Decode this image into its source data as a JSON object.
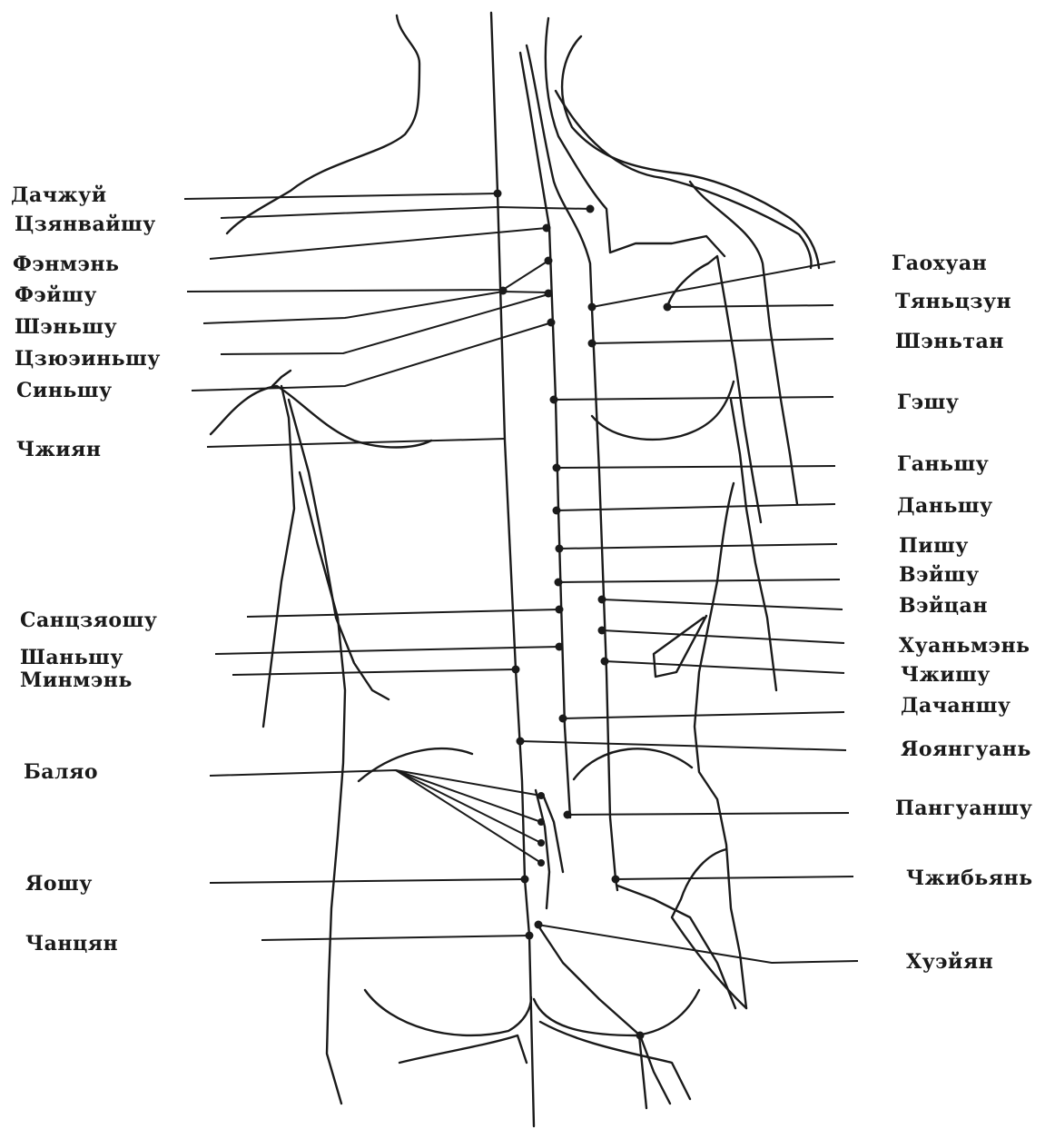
{
  "labels_left": [
    "Дачжуй",
    "Цзянвайшу",
    "Фэнмэнь",
    "Фэйшу",
    "Шэньшу",
    "Цзюэиньшу",
    "Синьшу",
    "Чжиян",
    "Санцзяошу",
    "Шаньшу",
    "Минмэнь",
    "Баляо",
    "Яошу",
    "Чанцян"
  ],
  "labels_right": [
    "Гаохуан",
    "Тяньцзун",
    "Шэньтан",
    "Гэшу",
    "Ганьшу",
    "Даньшу",
    "Пишу",
    "Вэйшу",
    "Вэйцан",
    "Хуаньмэнь",
    "Чжишу",
    "Дачаншу",
    "Яоянгуань",
    "Пангуаншу",
    "Чжибьянь",
    "Хуэйян"
  ],
  "colors": {
    "ink": "#1a1a1a",
    "background": "#ffffff"
  }
}
